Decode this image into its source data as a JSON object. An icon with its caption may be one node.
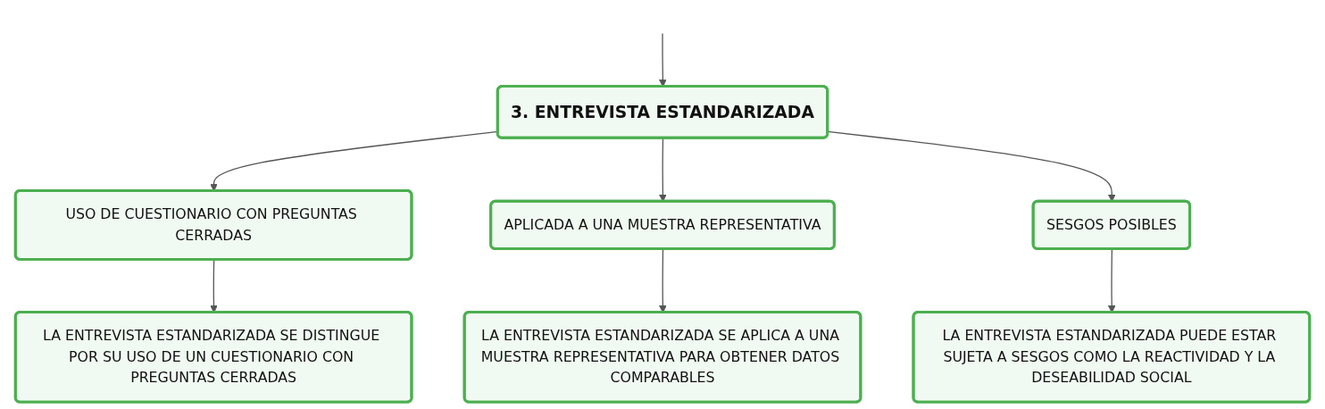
{
  "diagram": {
    "nodes": [
      {
        "text": [
          "3. ENTREVISTA ESTANDARIZADA"
        ]
      },
      {
        "text": [
          "USO DE CUESTIONARIO CON PREGUNTAS CERRADAS"
        ]
      },
      {
        "text": [
          "APLICADA A UNA MUESTRA REPRESENTATIVA"
        ]
      },
      {
        "text": [
          "SESGOS POSIBLES"
        ]
      },
      {
        "text": [
          "LA ENTREVISTA ESTANDARIZADA SE DISTINGUE POR SU USO DE UN CUESTIONARIO CON PREGUNTAS CERRADAS"
        ]
      },
      {
        "text": [
          "LA ENTREVISTA ESTANDARIZADA SE APLICA A UNA MUESTRA REPRESENTATIVA PARA OBTENER DATOS COMPARABLES"
        ]
      },
      {
        "text": [
          "LA ENTREVISTA ESTANDARIZADA PUEDE ESTAR SUJETA A SESGOS COMO LA REACTIVIDAD Y LA DESEABILIDAD SOCIAL"
        ]
      }
    ],
    "edges": [
      {
        "from": null,
        "to": 0,
        "arrow": "to"
      },
      {
        "from": 0,
        "to": 1,
        "arrow": "to"
      },
      {
        "from": 0,
        "to": 2,
        "arrow": "to"
      },
      {
        "from": 0,
        "to": 3,
        "arrow": "to"
      },
      {
        "from": 1,
        "to": 4,
        "arrow": "to"
      },
      {
        "from": 2,
        "to": 5,
        "arrow": "to"
      },
      {
        "from": 3,
        "to": 6,
        "arrow": "to"
      }
    ]
  }
}
